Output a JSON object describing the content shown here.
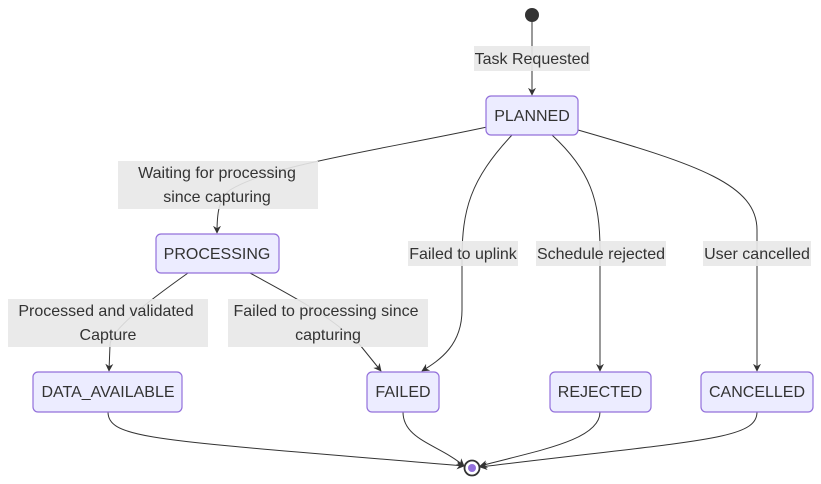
{
  "states": {
    "planned": "PLANNED",
    "processing": "PROCESSING",
    "data_available": "DATA_AVAILABLE",
    "failed": "FAILED",
    "rejected": "REJECTED",
    "cancelled": "CANCELLED"
  },
  "transitions": {
    "task_requested": "Task Requested",
    "waiting_line1": "Waiting for processing",
    "waiting_line2": "since capturing",
    "failed_uplink": "Failed to uplink",
    "schedule_rejected": "Schedule rejected",
    "user_cancelled": "User cancelled",
    "processed_line1": "Processed and validated",
    "processed_line2": "Capture",
    "failed_processing_line1": "Failed to processing since",
    "failed_processing_line2": "capturing"
  },
  "colors": {
    "state_fill": "#ECECFF",
    "state_border": "#9370DB",
    "edge": "#333333",
    "label_bg": "#e8e8e8",
    "end_dot": "#9370DB"
  }
}
